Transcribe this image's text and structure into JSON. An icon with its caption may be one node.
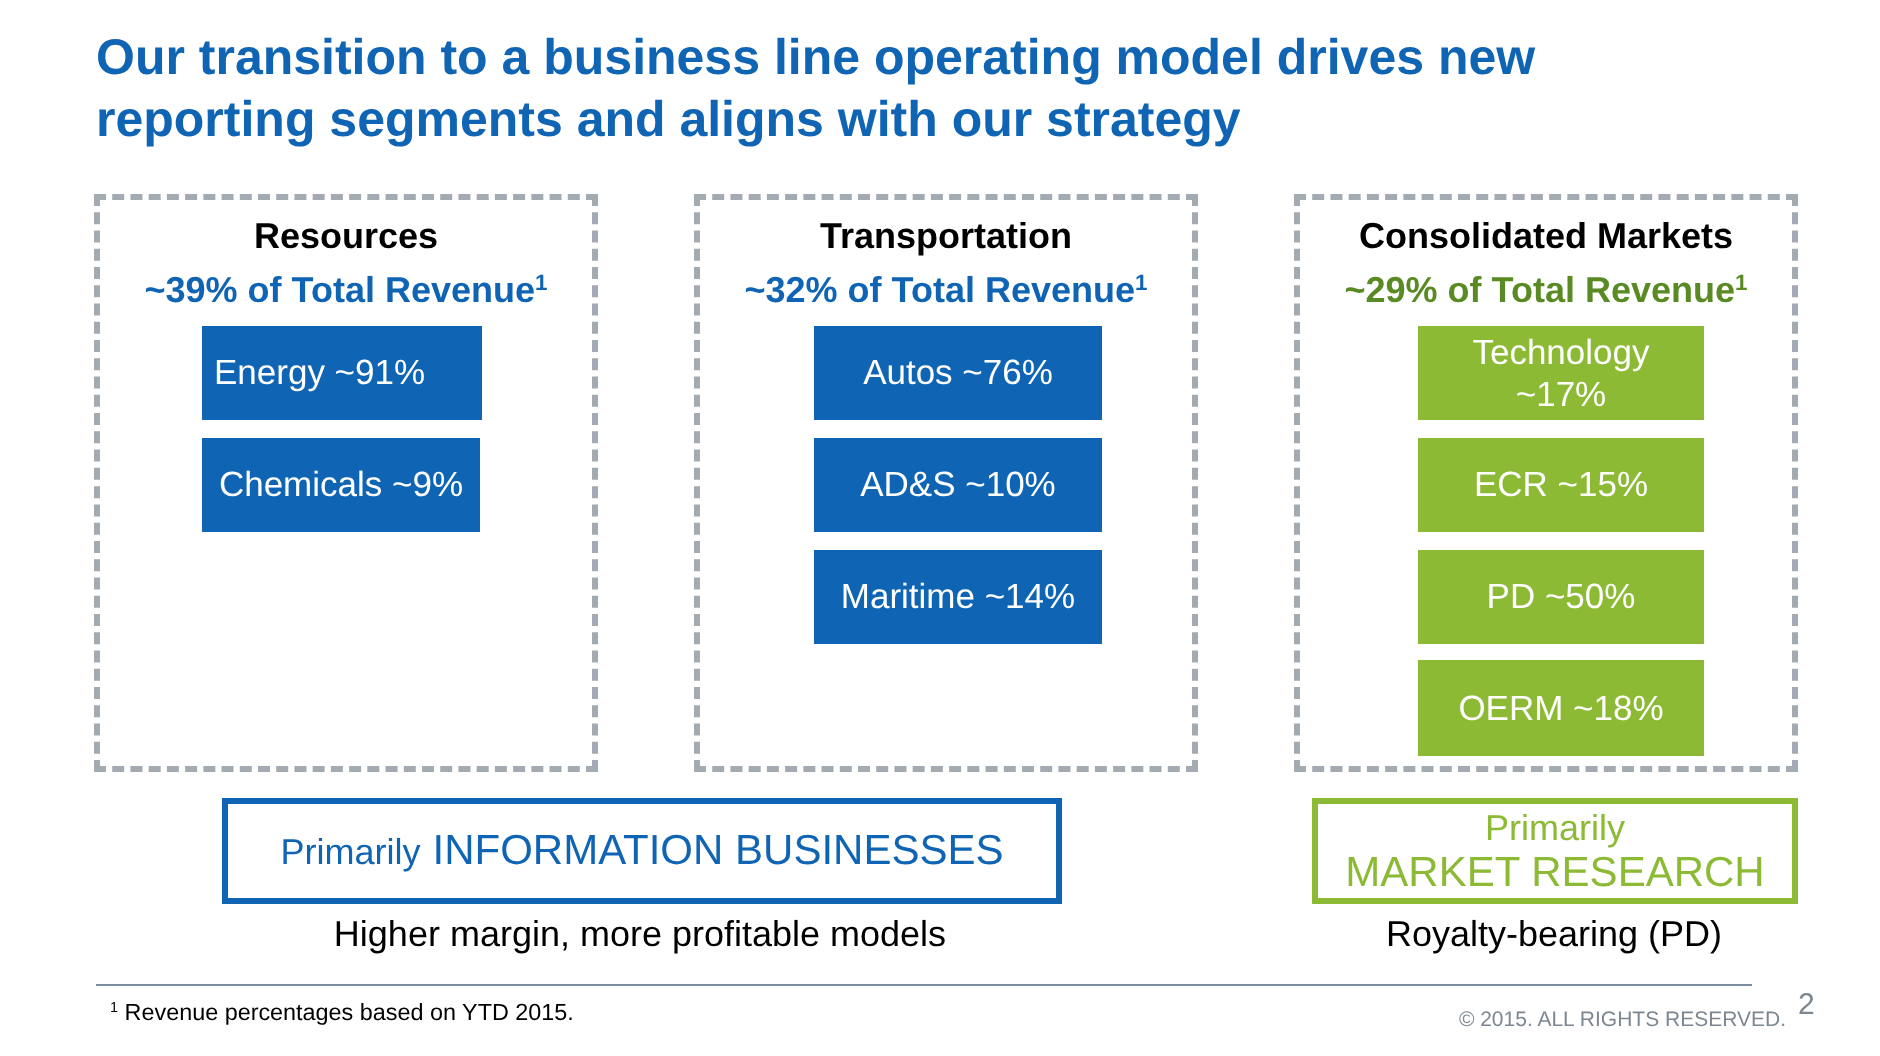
{
  "diagram": {
    "title": "Our transition to a business line operating model drives new reporting segments and aligns with our strategy",
    "nodes": [
      {
        "text": [
          "Resources",
          "~39% of Total Revenue$^{1}$"
        ]
      },
      {
        "text": [
          "Energy ~91%"
        ],
        "in": 0
      },
      {
        "text": [
          "Chemicals ~9%"
        ],
        "in": 0
      },
      {
        "text": [
          "Transportation",
          "~32% of Total Revenue$^{1}$"
        ]
      },
      {
        "text": [
          "Autos ~76%"
        ],
        "in": 3
      },
      {
        "text": [
          "AD&S ~10%"
        ],
        "in": 3
      },
      {
        "text": [
          "Maritime ~14%"
        ],
        "in": 3
      },
      {
        "text": [
          "Consolidated Markets",
          "~29% of Total Revenue$^{1}$"
        ]
      },
      {
        "text": [
          "Technology ~17%"
        ],
        "in": 7
      },
      {
        "text": [
          "ECR ~15%"
        ],
        "in": 7
      },
      {
        "text": [
          "PD ~50%"
        ],
        "in": 7
      },
      {
        "text": [
          "OERM ~18%"
        ],
        "in": 7
      },
      {
        "text": [
          "Primarily",
          "INFORMATION BUSINESSES"
        ],
        "beside": [
          "Higher margin, more profitable models"
        ]
      },
      {
        "text": [
          "Primarily",
          "MARKET RESEARCH"
        ],
        "beside": [
          "Royalty-bearing (PD)"
        ]
      }
    ],
    "labels": [
      "$^{1}$ Revenue percentages based on YTD 2015.",
      "© 2015. ALL RIGHTS RESERVED.",
      "2"
    ]
  }
}
